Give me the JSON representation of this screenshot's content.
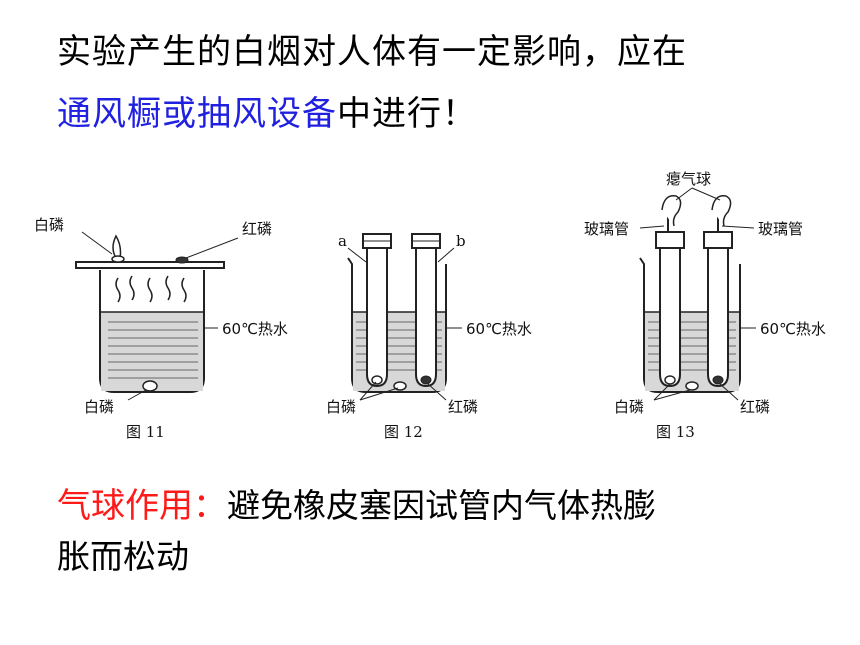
{
  "intro": {
    "line1": "实验产生的白烟对人体有一定影响，应在",
    "highlight": "通风橱或抽风设备",
    "line2_rest": "中进行！"
  },
  "figures": {
    "fig11": {
      "label_white_p": "白磷",
      "label_red_p": "红磷",
      "label_water": "60℃热水",
      "label_bottom_white_p": "白磷",
      "caption": "图 11"
    },
    "fig12": {
      "label_a": "a",
      "label_b": "b",
      "label_water": "60℃热水",
      "label_white_p": "白磷",
      "label_red_p": "红磷",
      "caption": "图 12"
    },
    "fig13": {
      "label_balloon": "瘪气球",
      "label_tube_left": "玻璃管",
      "label_tube_right": "玻璃管",
      "label_water": "60℃热水",
      "label_white_p": "白磷",
      "label_red_p": "红磷",
      "caption": "图 13"
    }
  },
  "balloon_note": {
    "heading": "气球作用：",
    "text_line1": "避免橡皮塞因试管内气体热膨",
    "text_line2": "胀而松动"
  },
  "colors": {
    "highlight": "#2020e0",
    "heading": "#ff1a1a"
  }
}
